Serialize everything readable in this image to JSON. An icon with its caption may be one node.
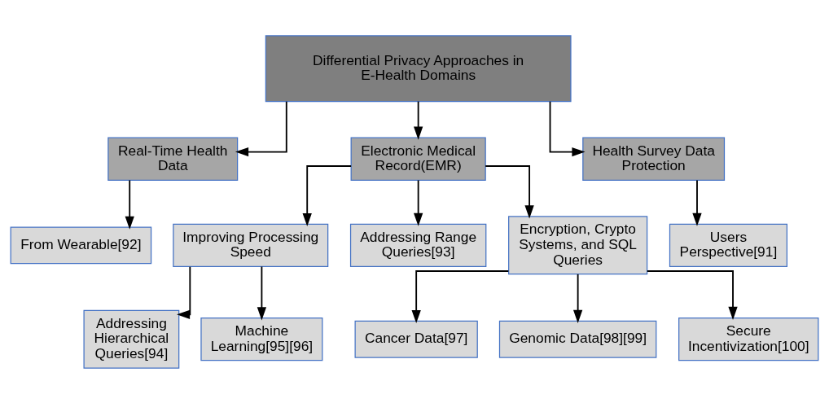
{
  "diagram": {
    "nodes": [
      {
        "text": [
          "Differential Privacy Approaches in E-Health Domains"
        ]
      },
      {
        "text": [
          "Real-Time Health Data"
        ]
      },
      {
        "text": [
          "Electronic Medical Record(EMR)"
        ]
      },
      {
        "text": [
          "Health Survey Data Protection"
        ]
      },
      {
        "text": [
          "From Wearable[92]"
        ]
      },
      {
        "text": [
          "Improving Processing Speed"
        ]
      },
      {
        "text": [
          "Addressing Range Queries[93]"
        ]
      },
      {
        "text": [
          "Encryption, Crypto Systems, and SQL Queries"
        ]
      },
      {
        "text": [
          "Users Perspective[91]"
        ]
      },
      {
        "text": [
          "Addressing Hierarchical Queries[94]"
        ]
      },
      {
        "text": [
          "Machine Learning[95][96]"
        ]
      },
      {
        "text": [
          "Cancer Data[97]"
        ]
      },
      {
        "text": [
          "Genomic Data[98][99]"
        ]
      },
      {
        "text": [
          "Secure Incentivization[100]"
        ]
      }
    ],
    "edges": [
      {
        "from": 0,
        "to": 1,
        "arrow": "to"
      },
      {
        "from": 0,
        "to": 2,
        "arrow": "to"
      },
      {
        "from": 0,
        "to": 3,
        "arrow": "to"
      },
      {
        "from": 1,
        "to": 4,
        "arrow": "to"
      },
      {
        "from": 2,
        "to": 5,
        "arrow": "to"
      },
      {
        "from": 2,
        "to": 6,
        "arrow": "to"
      },
      {
        "from": 2,
        "to": 7,
        "arrow": "to"
      },
      {
        "from": 3,
        "to": 8,
        "arrow": "to"
      },
      {
        "from": 5,
        "to": 9,
        "arrow": "to"
      },
      {
        "from": 5,
        "to": 10,
        "arrow": "to"
      },
      {
        "from": 7,
        "to": 11,
        "arrow": "to"
      },
      {
        "from": 7,
        "to": 12,
        "arrow": "to"
      },
      {
        "from": 7,
        "to": 13,
        "arrow": "to"
      }
    ]
  }
}
